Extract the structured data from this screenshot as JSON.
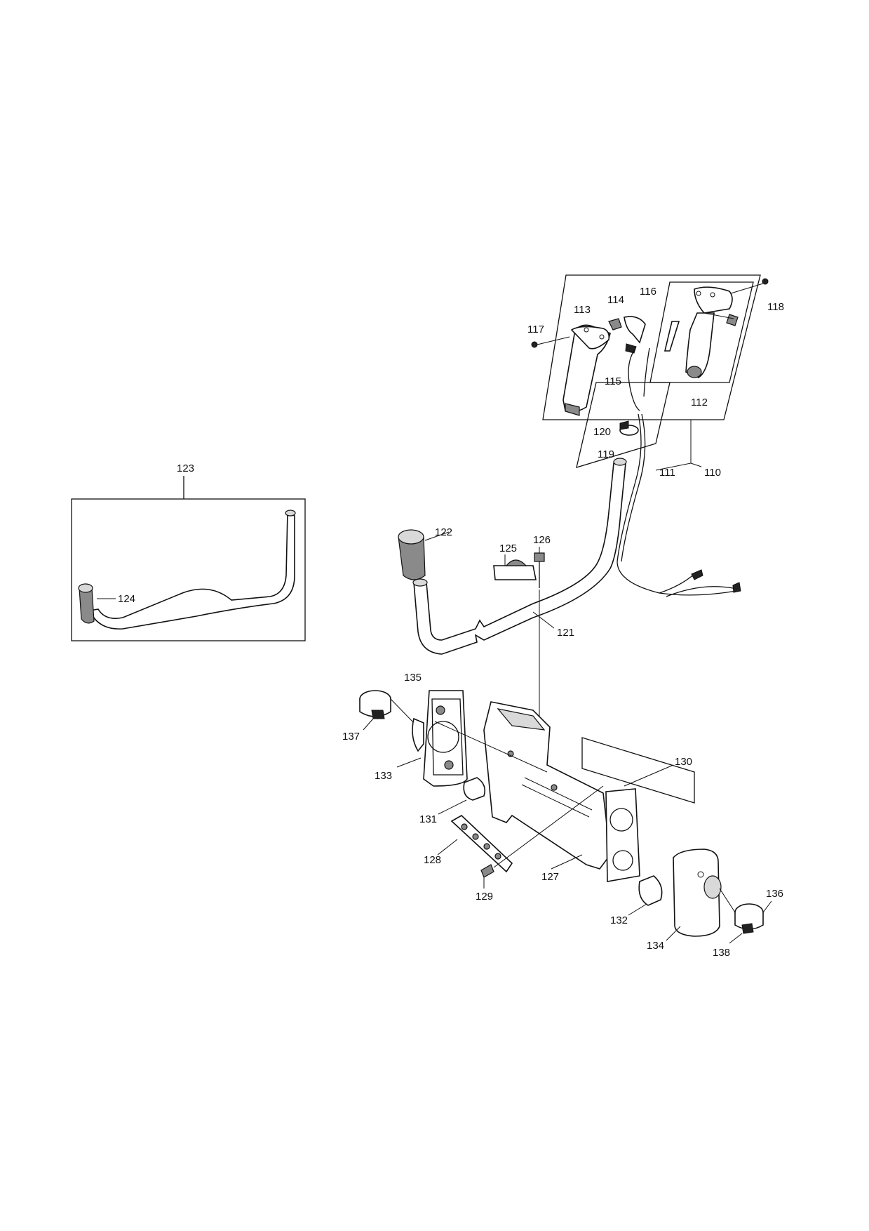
{
  "labels": {
    "p110": "110",
    "p111": "111",
    "p112": "112",
    "p113": "113",
    "p114": "114",
    "p115": "115",
    "p116": "116",
    "p117": "117",
    "p118": "118",
    "p119": "119",
    "p120": "120",
    "p121": "121",
    "p122": "122",
    "p123": "123",
    "p124": "124",
    "p125": "125",
    "p126": "126",
    "p127": "127",
    "p128": "128",
    "p129": "129",
    "p130": "130",
    "p131": "131",
    "p132": "132",
    "p133": "133",
    "p134": "134",
    "p135": "135",
    "p136": "136",
    "p137": "137",
    "p138": "138"
  }
}
